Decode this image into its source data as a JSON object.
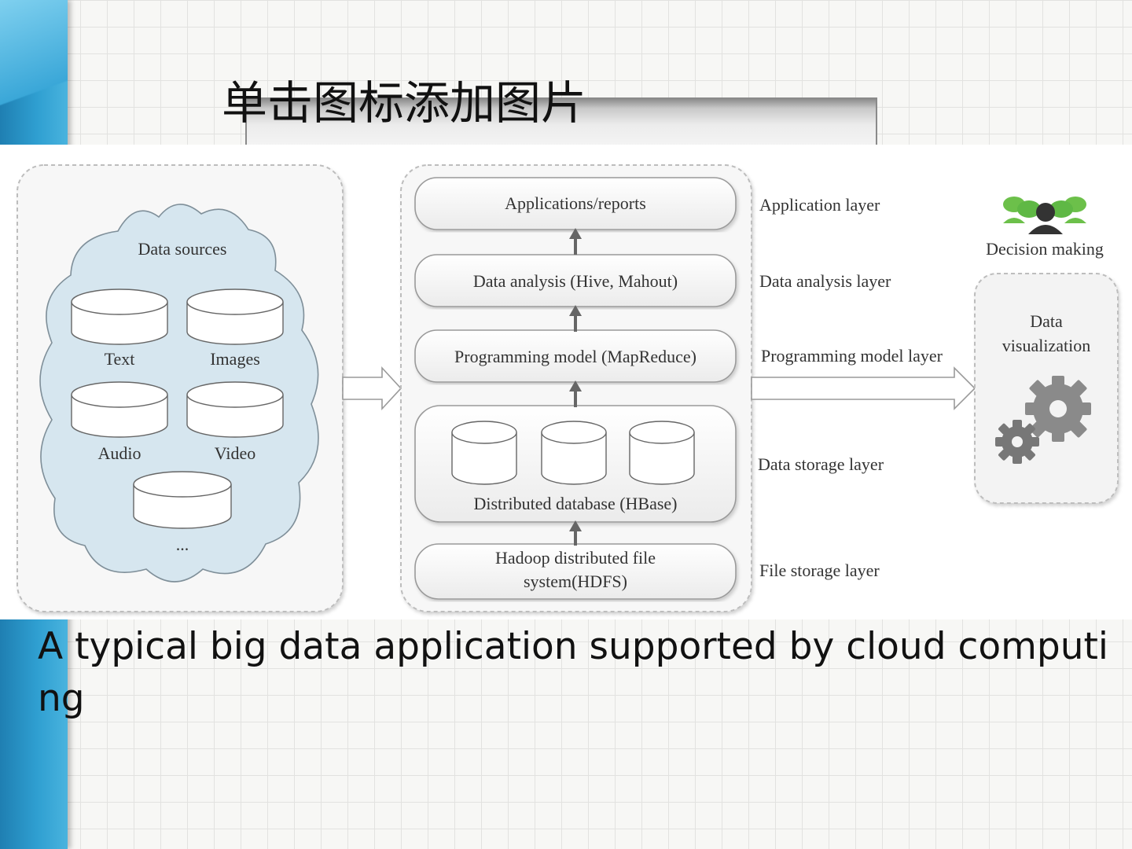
{
  "slide": {
    "title": "单击图标添加图片",
    "caption": "A typical big data application supported by cloud computing"
  },
  "diagram": {
    "data_sources": {
      "title": "Data sources",
      "items": [
        "Text",
        "Images",
        "Audio",
        "Video",
        "..."
      ]
    },
    "stack": {
      "applications": "Applications/reports",
      "analysis": "Data analysis (Hive, Mahout)",
      "programming": "Programming model (MapReduce)",
      "database": "Distributed database (HBase)",
      "hdfs_line1": "Hadoop distributed file",
      "hdfs_line2": "system(HDFS)"
    },
    "layers": {
      "application": "Application layer",
      "analysis": "Data analysis layer",
      "programming": "Programming model layer",
      "storage": "Data storage layer",
      "file": "File storage layer"
    },
    "decision": "Decision making",
    "visualization_line1": "Data",
    "visualization_line2": "visualization"
  },
  "colors": {
    "accent_blue": "#2f9fd1",
    "cloud_fill": "#d6e6ef",
    "people_green": "#5fb845",
    "gear_gray": "#8a8a8a"
  }
}
